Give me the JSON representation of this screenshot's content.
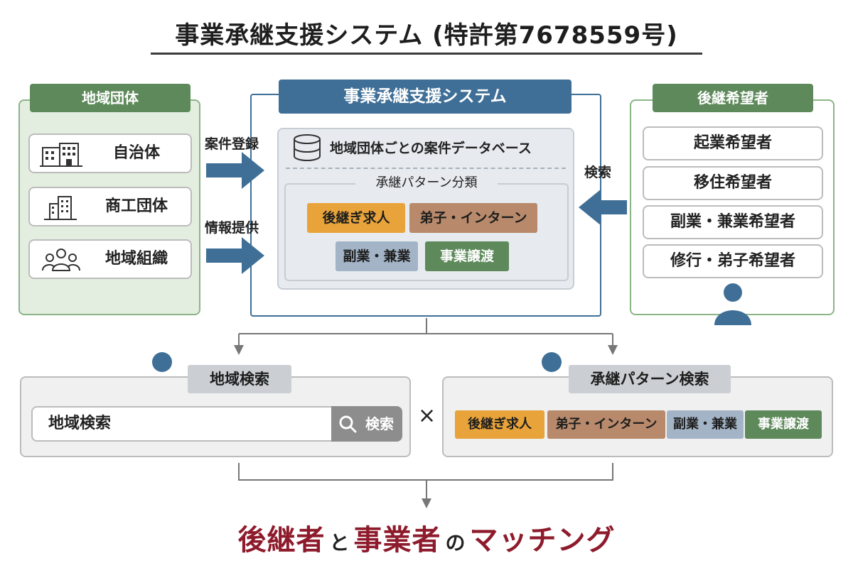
{
  "title": "事業承継支援システム (特許第7678559号)",
  "left_panel": {
    "title": "地域団体",
    "items": [
      {
        "label": "自治体",
        "icon": "government-building-icon"
      },
      {
        "label": "商工団体",
        "icon": "office-building-icon"
      },
      {
        "label": "地域組織",
        "icon": "community-group-icon"
      }
    ]
  },
  "flows": {
    "register": "案件登録",
    "provide": "情報提供",
    "search": "検索"
  },
  "center_panel": {
    "title": "事業承継支援システム",
    "db_title": "地域団体ごとの案件データベース",
    "db_icon": "database-icon",
    "pattern_title": "承継パターン分類",
    "patterns": [
      "後継ぎ求人",
      "弟子・インターン",
      "副業・兼業",
      "事業譲渡"
    ]
  },
  "right_panel": {
    "title": "後継希望者",
    "items": [
      "起業希望者",
      "移住希望者",
      "副業・兼業希望者",
      "修行・弟子希望者"
    ],
    "icon": "person-icon"
  },
  "bottom_left": {
    "title": "地域検索",
    "input_value": "地域検索",
    "button_label": "検索",
    "icon": "person-icon"
  },
  "operator": "×",
  "bottom_right": {
    "title": "承継パターン検索",
    "patterns": [
      "後継ぎ求人",
      "弟子・インターン",
      "副業・兼業",
      "事業譲渡"
    ],
    "icon": "person-icon"
  },
  "result": {
    "part1": "後継者",
    "conj": "と",
    "part2": "事業者",
    "particle": "の",
    "part3": "マッチング"
  },
  "colors": {
    "navy": "#3f6f97",
    "green": "#5e8a5b",
    "orange": "#e8a33a",
    "brown": "#b88a6b",
    "slate": "#a3b4c6",
    "result": "#8e1b2c"
  }
}
